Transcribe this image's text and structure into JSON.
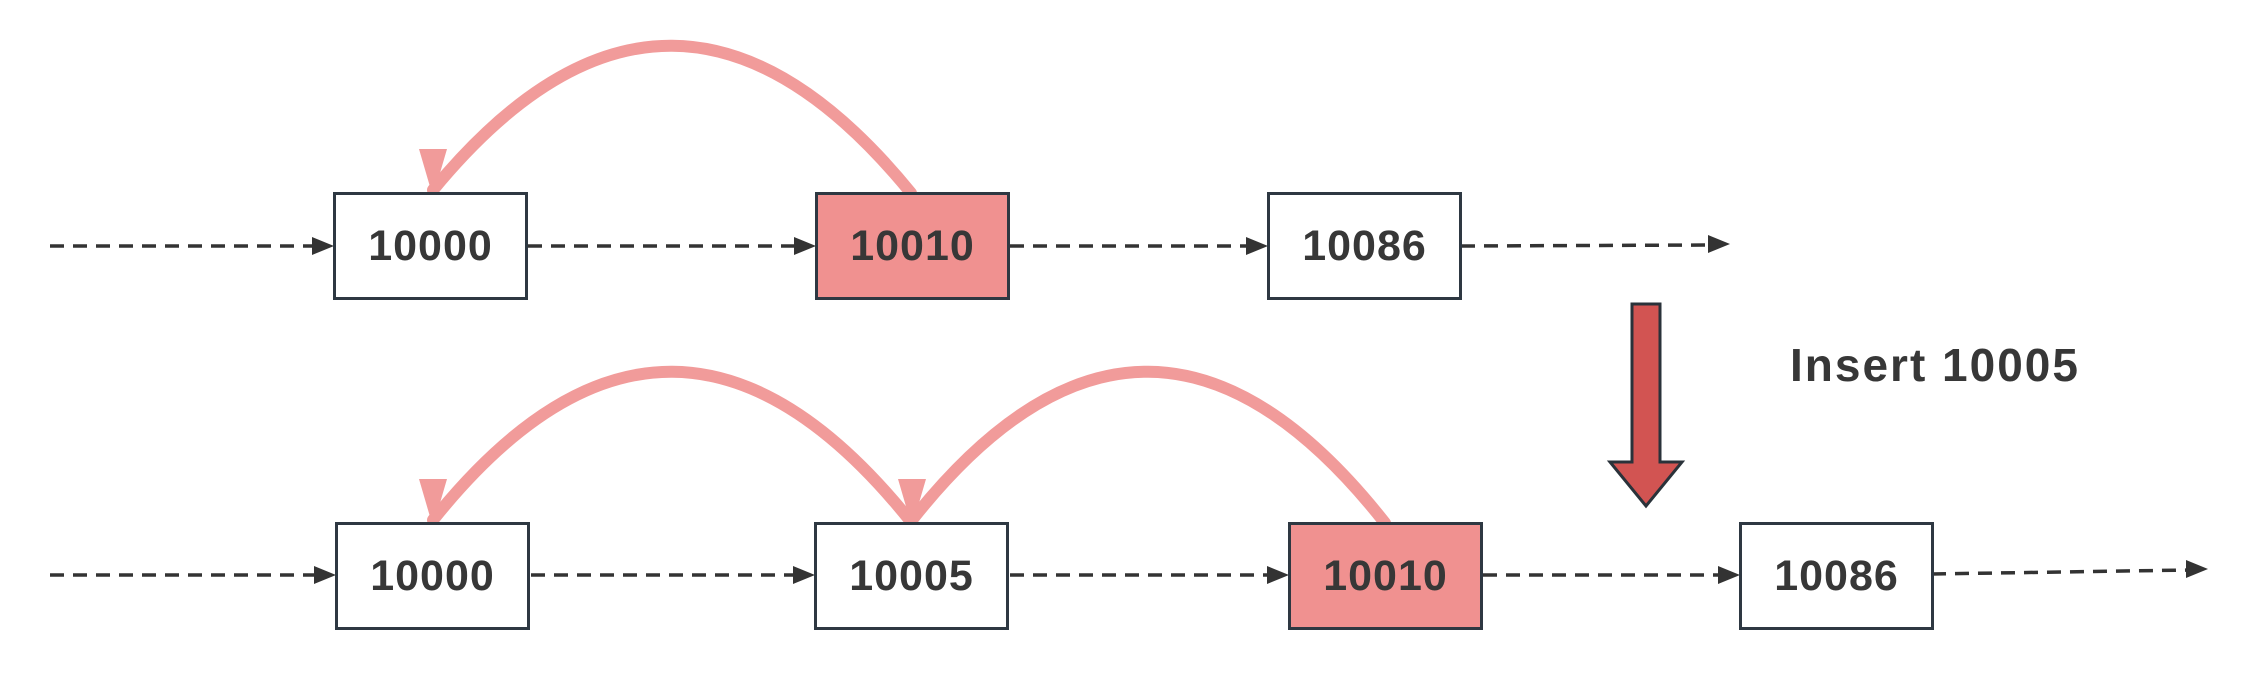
{
  "diagram": {
    "annotation": "Insert 10005",
    "rows": [
      {
        "name": "before-insert",
        "nodes": [
          {
            "label": "10000",
            "highlighted": false
          },
          {
            "label": "10010",
            "highlighted": true
          },
          {
            "label": "10086",
            "highlighted": false
          }
        ]
      },
      {
        "name": "after-insert",
        "nodes": [
          {
            "label": "10000",
            "highlighted": false
          },
          {
            "label": "10005",
            "highlighted": false
          },
          {
            "label": "10010",
            "highlighted": true
          },
          {
            "label": "10086",
            "highlighted": false
          }
        ]
      }
    ],
    "pointer_arcs": [
      {
        "row": "before-insert",
        "from": "10010",
        "to": "10000"
      },
      {
        "row": "after-insert",
        "from": "10005",
        "to": "10000"
      },
      {
        "row": "after-insert",
        "from": "10010",
        "to": "10005"
      }
    ],
    "colors": {
      "node_border": "#2E3842",
      "node_fill": "#FFFFFF",
      "highlight_fill": "#F09190",
      "arc_pink": "#F19B9A",
      "insert_arrow_fill": "#D25452",
      "dashed_line": "#333333",
      "text": "#373737"
    }
  }
}
